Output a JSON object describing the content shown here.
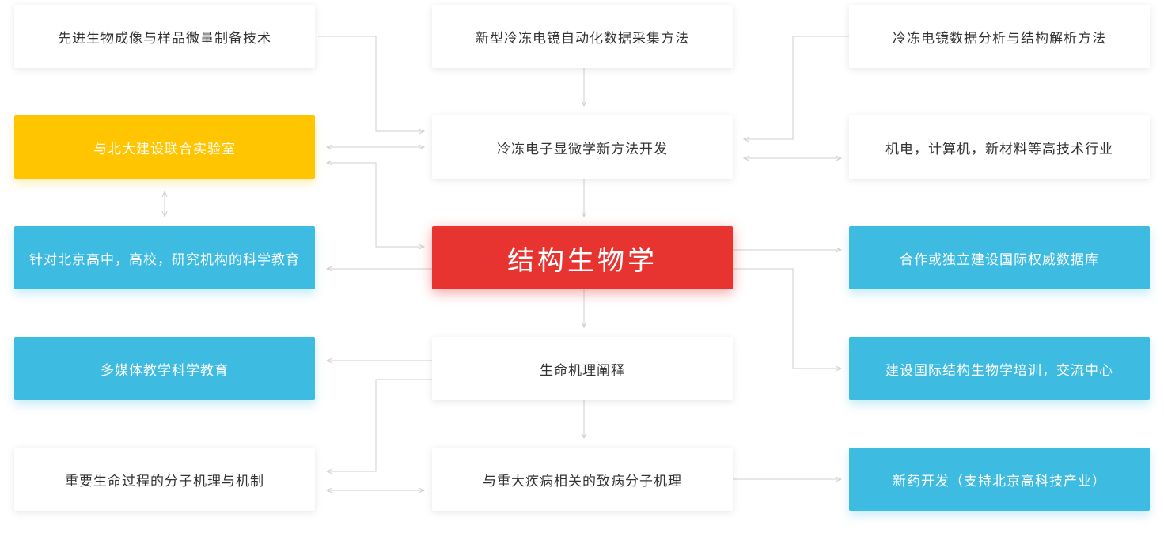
{
  "colors": {
    "white": "#ffffff",
    "blue": "#3dbbe0",
    "yellow": "#fec500",
    "red": "#e83431",
    "line": "#cfcfcf"
  },
  "nodes": {
    "advanced_imaging": "先进生物成像与样品微量制备技术",
    "auto_collection": "新型冷冻电镜自动化数据采集方法",
    "data_analysis": "冷冻电镜数据分析与结构解析方法",
    "pku_lab": "与北大建设联合实验室",
    "new_methods": "冷冻电子显微学新方法开发",
    "high_tech": "机电，计算机，新材料等高技术行业",
    "science_edu": "针对北京高中，高校，研究机构的科学教育",
    "structural_biology": "结构生物学",
    "database": "合作或独立建设国际权威数据库",
    "multimedia_edu": "多媒体教学科学教育",
    "life_mechanism": "生命机理阐释",
    "training_center": "建设国际结构生物学培训，交流中心",
    "molecular_mechanism": "重要生命过程的分子机理与机制",
    "disease_mechanism": "与重大疾病相关的致病分子机理",
    "drug_dev": "新药开发（支持北京高科技产业）"
  }
}
